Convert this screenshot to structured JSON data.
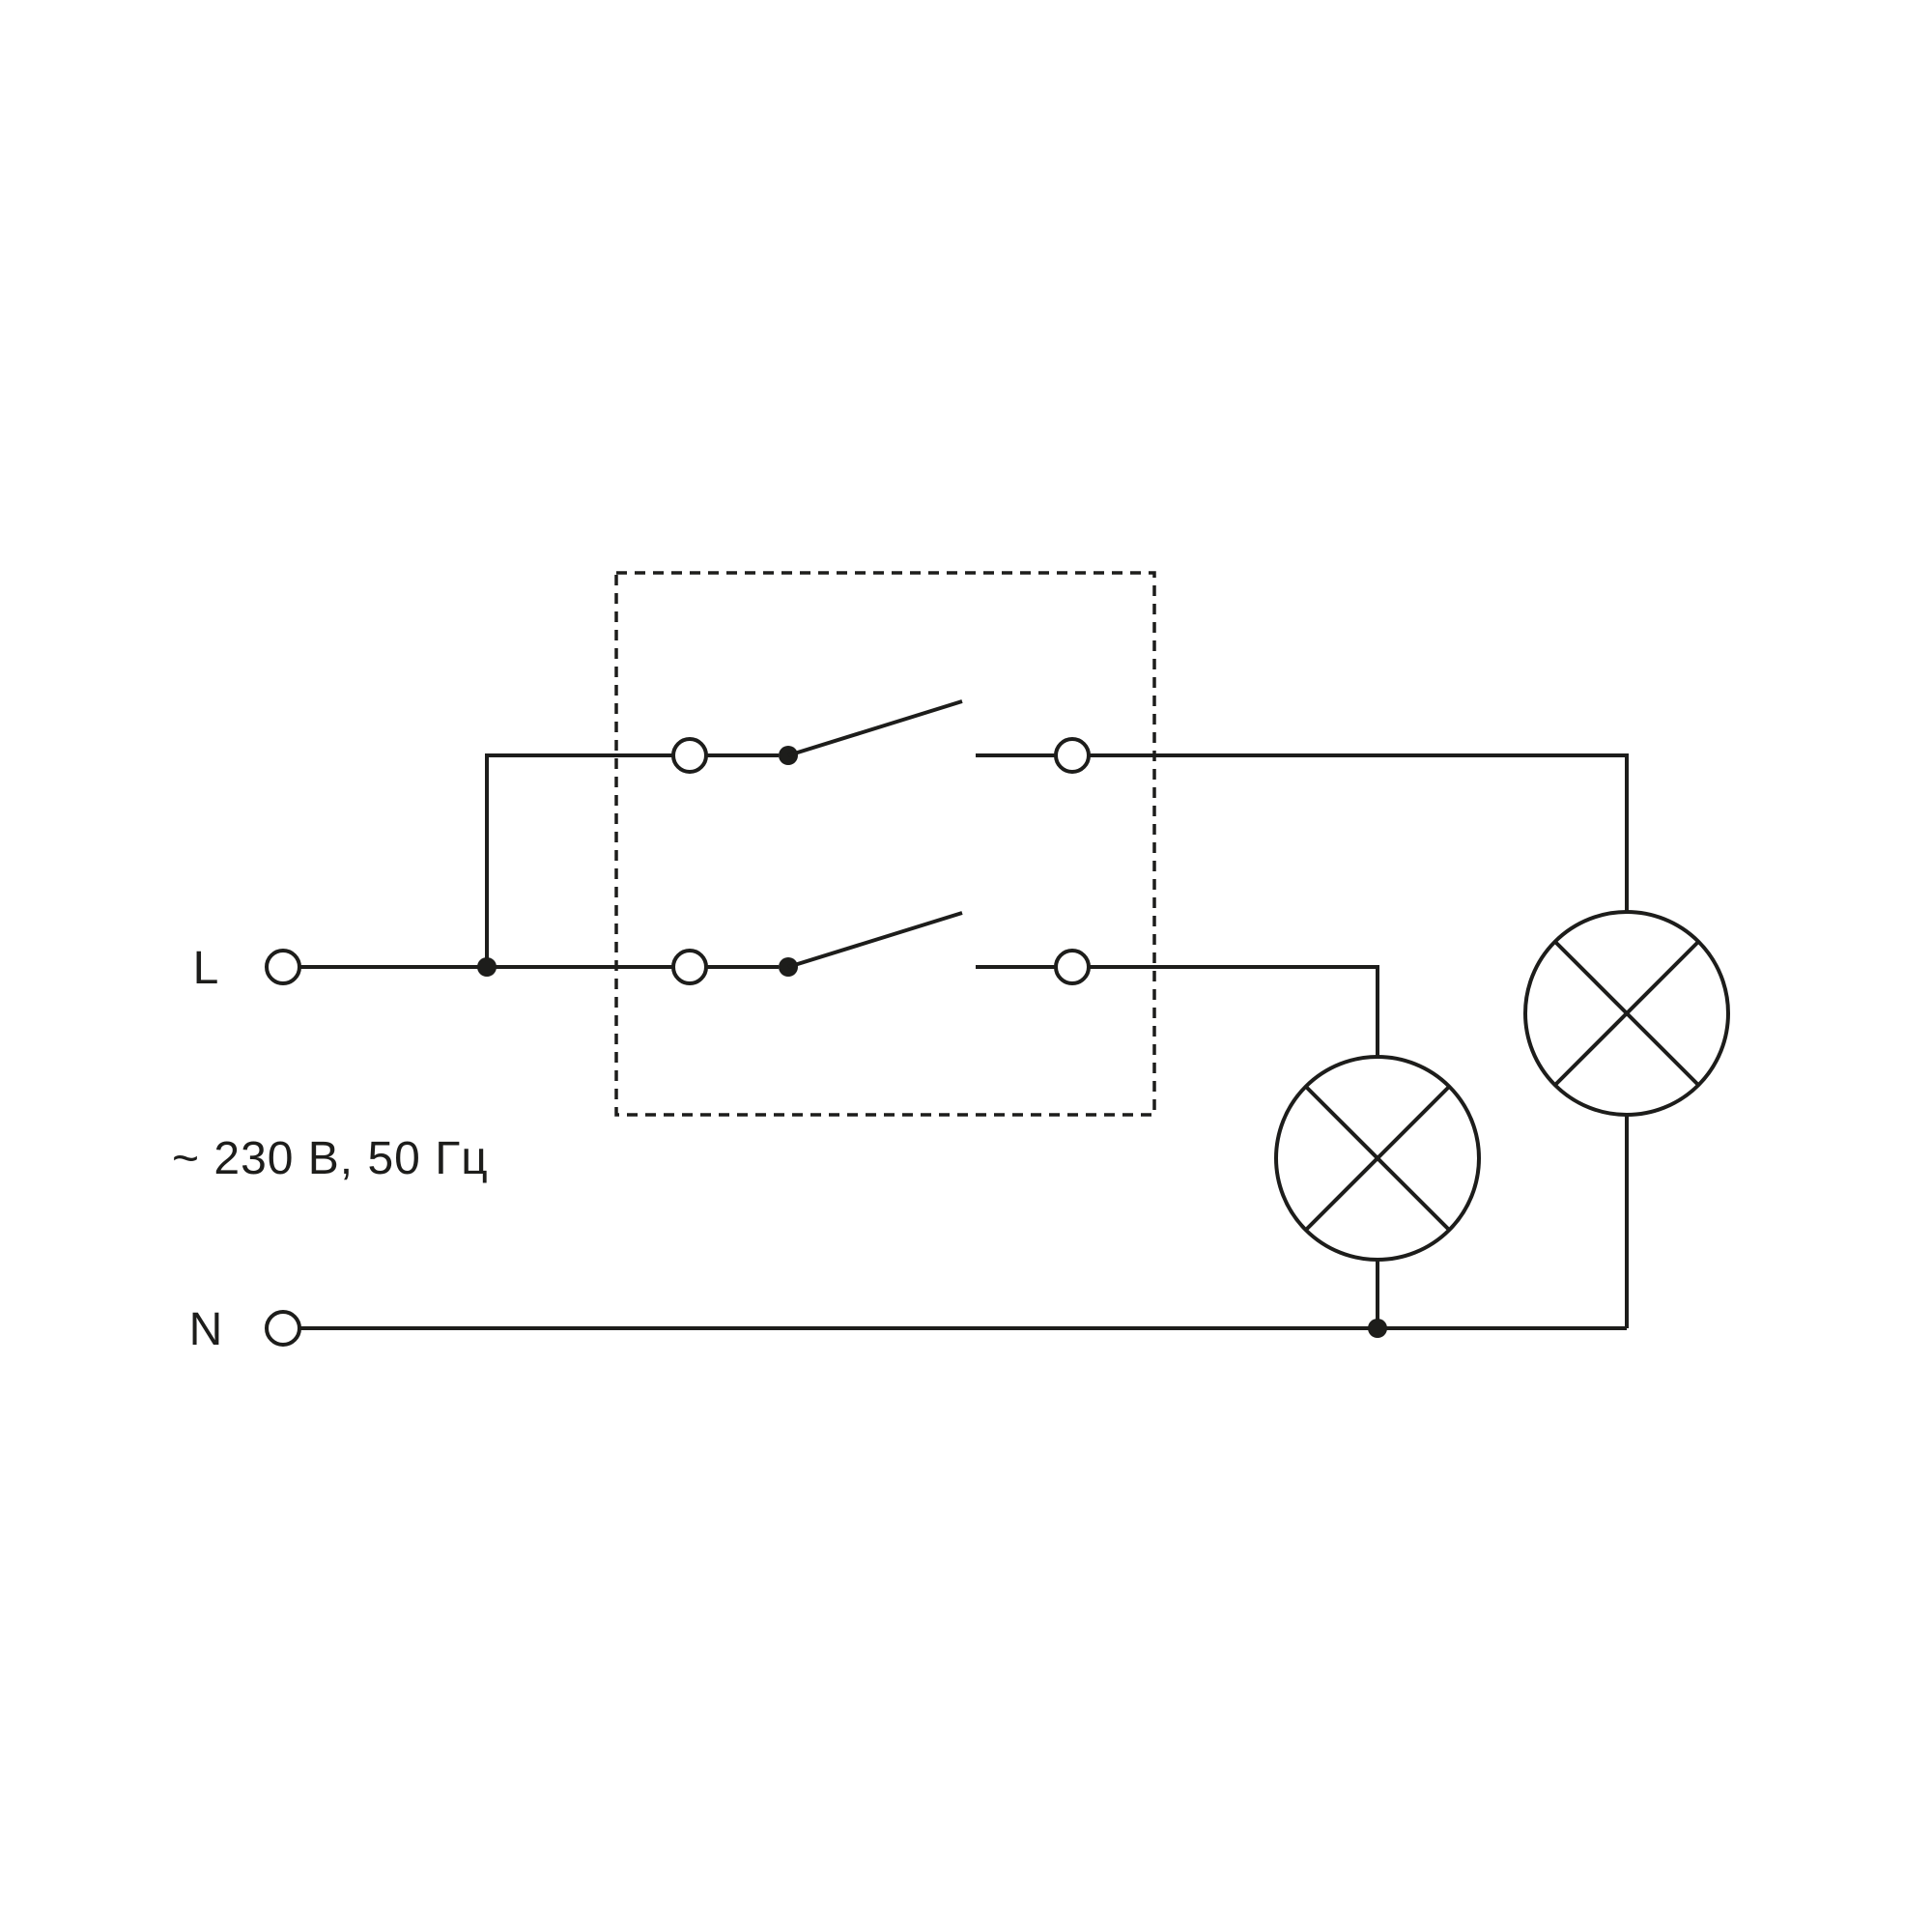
{
  "diagram": {
    "type": "wiring-schematic",
    "labels": {
      "line_terminal": "L",
      "neutral_terminal": "N",
      "power_rating": "~ 230 В, 50 Гц"
    },
    "colors": {
      "stroke": "#1d1d1b",
      "background": "#ffffff"
    },
    "components": [
      "line-terminal",
      "neutral-terminal",
      "wire-junction",
      "switch-enclosure",
      "switch-1",
      "switch-2",
      "lamp-1",
      "lamp-2"
    ]
  }
}
